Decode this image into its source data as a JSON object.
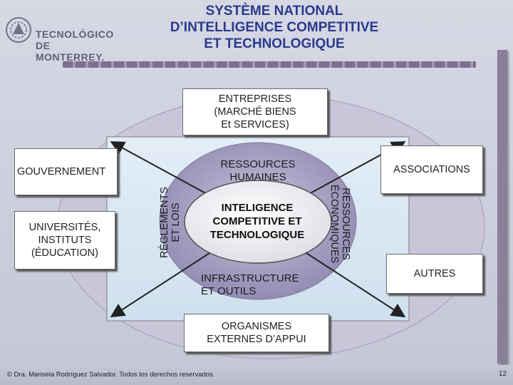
{
  "title": "SYSTÈME NATIONAL\nD’INTELLIGENCE COMPETITIVE\nET TECHNOLOGIQUE",
  "logo": {
    "line1": "TECNOLÓGICO",
    "line2": "DE MONTERREY."
  },
  "diagram": {
    "center": "INTELIGENCE\nCOMPETITIVE ET\nTECHNOLOGIQUE",
    "inner_top": "RESSOURCES\nHUMAINES",
    "inner_bottom": "INFRASTRUCTURE\nET OUTILS",
    "inner_left": "RÈGLEMENTS\nET LOIS",
    "inner_right": "RESSOURCES\nÉCONOMIQUES",
    "top_box": "ENTREPRISES\n(MARCHÉ BIENS\nEt SERVICES)",
    "left_box_top": "GOUVERNEMENT",
    "left_box_bottom": "UNIVERSITÉS,\nINSTITUTS\n(ÉDUCATION)",
    "right_box_top": "ASSOCIATIONS",
    "right_box_bottom": "AUTRES",
    "bottom_box": "ORGANISMES\nEXTERNES D’APPUI"
  },
  "footer": "© Dra. Marisela Rodríguez Salvador. Todos los derechos reservados.",
  "page_number": "12",
  "colors": {
    "title": "#2b3a8c",
    "outer_ellipse": "#c9c3d8",
    "square": "#d9e7f2",
    "inner_ellipse": "#a29bbf",
    "center_ellipse": "#f4f4f6",
    "accent_bar": "#8a7f98"
  }
}
